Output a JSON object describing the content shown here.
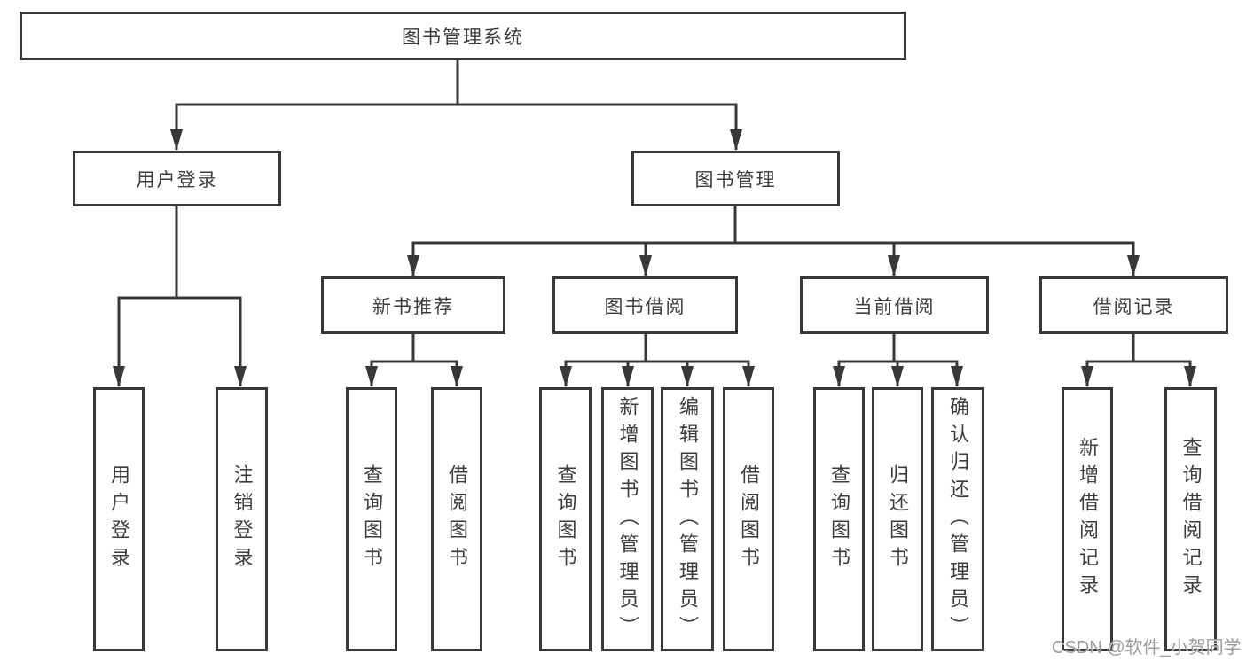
{
  "diagram": {
    "type": "tree",
    "title": "图书管理系统",
    "watermark": "CSDN @软件_小贺同学",
    "colors": {
      "background": "#ffffff",
      "line": "#383838",
      "box_border": "#383838",
      "text": "#3d3d3d",
      "watermark": "#9c9c9c"
    },
    "nodes": {
      "root": {
        "label": "图书管理系统"
      },
      "level2": [
        {
          "label": "用户登录"
        },
        {
          "label": "图书管理"
        }
      ],
      "level3": [
        {
          "label": "新书推荐",
          "parent": "图书管理"
        },
        {
          "label": "图书借阅",
          "parent": "图书管理"
        },
        {
          "label": "当前借阅",
          "parent": "图书管理"
        },
        {
          "label": "借阅记录",
          "parent": "图书管理"
        }
      ],
      "leaves": [
        {
          "label": "用户登录",
          "parent": "用户登录"
        },
        {
          "label": "注销登录",
          "parent": "用户登录"
        },
        {
          "label": "查询图书",
          "parent": "新书推荐"
        },
        {
          "label": "借阅图书",
          "parent": "新书推荐"
        },
        {
          "label": "查询图书",
          "parent": "图书借阅"
        },
        {
          "label": "新增图书（管理员）",
          "parent": "图书借阅"
        },
        {
          "label": "编辑图书（管理员）",
          "parent": "图书借阅"
        },
        {
          "label": "借阅图书",
          "parent": "图书借阅"
        },
        {
          "label": "查询图书",
          "parent": "当前借阅"
        },
        {
          "label": "归还图书",
          "parent": "当前借阅"
        },
        {
          "label": "确认归还（管理员）",
          "parent": "当前借阅"
        },
        {
          "label": "新增借阅记录",
          "parent": "借阅记录"
        },
        {
          "label": "查询借阅记录",
          "parent": "借阅记录"
        }
      ]
    }
  }
}
